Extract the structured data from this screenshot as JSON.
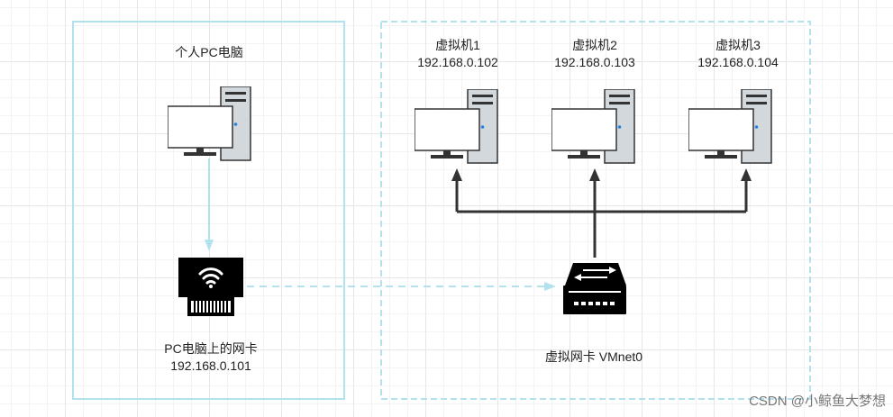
{
  "pc_box": {
    "title": "个人PC电脑"
  },
  "nic": {
    "label": "PC电脑上的网卡",
    "ip": "192.168.0.101"
  },
  "vms": [
    {
      "name": "虚拟机1",
      "ip": "192.168.0.102"
    },
    {
      "name": "虚拟机2",
      "ip": "192.168.0.103"
    },
    {
      "name": "虚拟机3",
      "ip": "192.168.0.104"
    }
  ],
  "vnic": {
    "label": "虚拟网卡 VMnet0"
  },
  "watermark": "CSDN @小鲸鱼大梦想",
  "colors": {
    "light_blue": "#b2e3ec",
    "dashed_blue": "#b5e1ee",
    "dark": "#333333",
    "tower": "#d3d8dd"
  }
}
